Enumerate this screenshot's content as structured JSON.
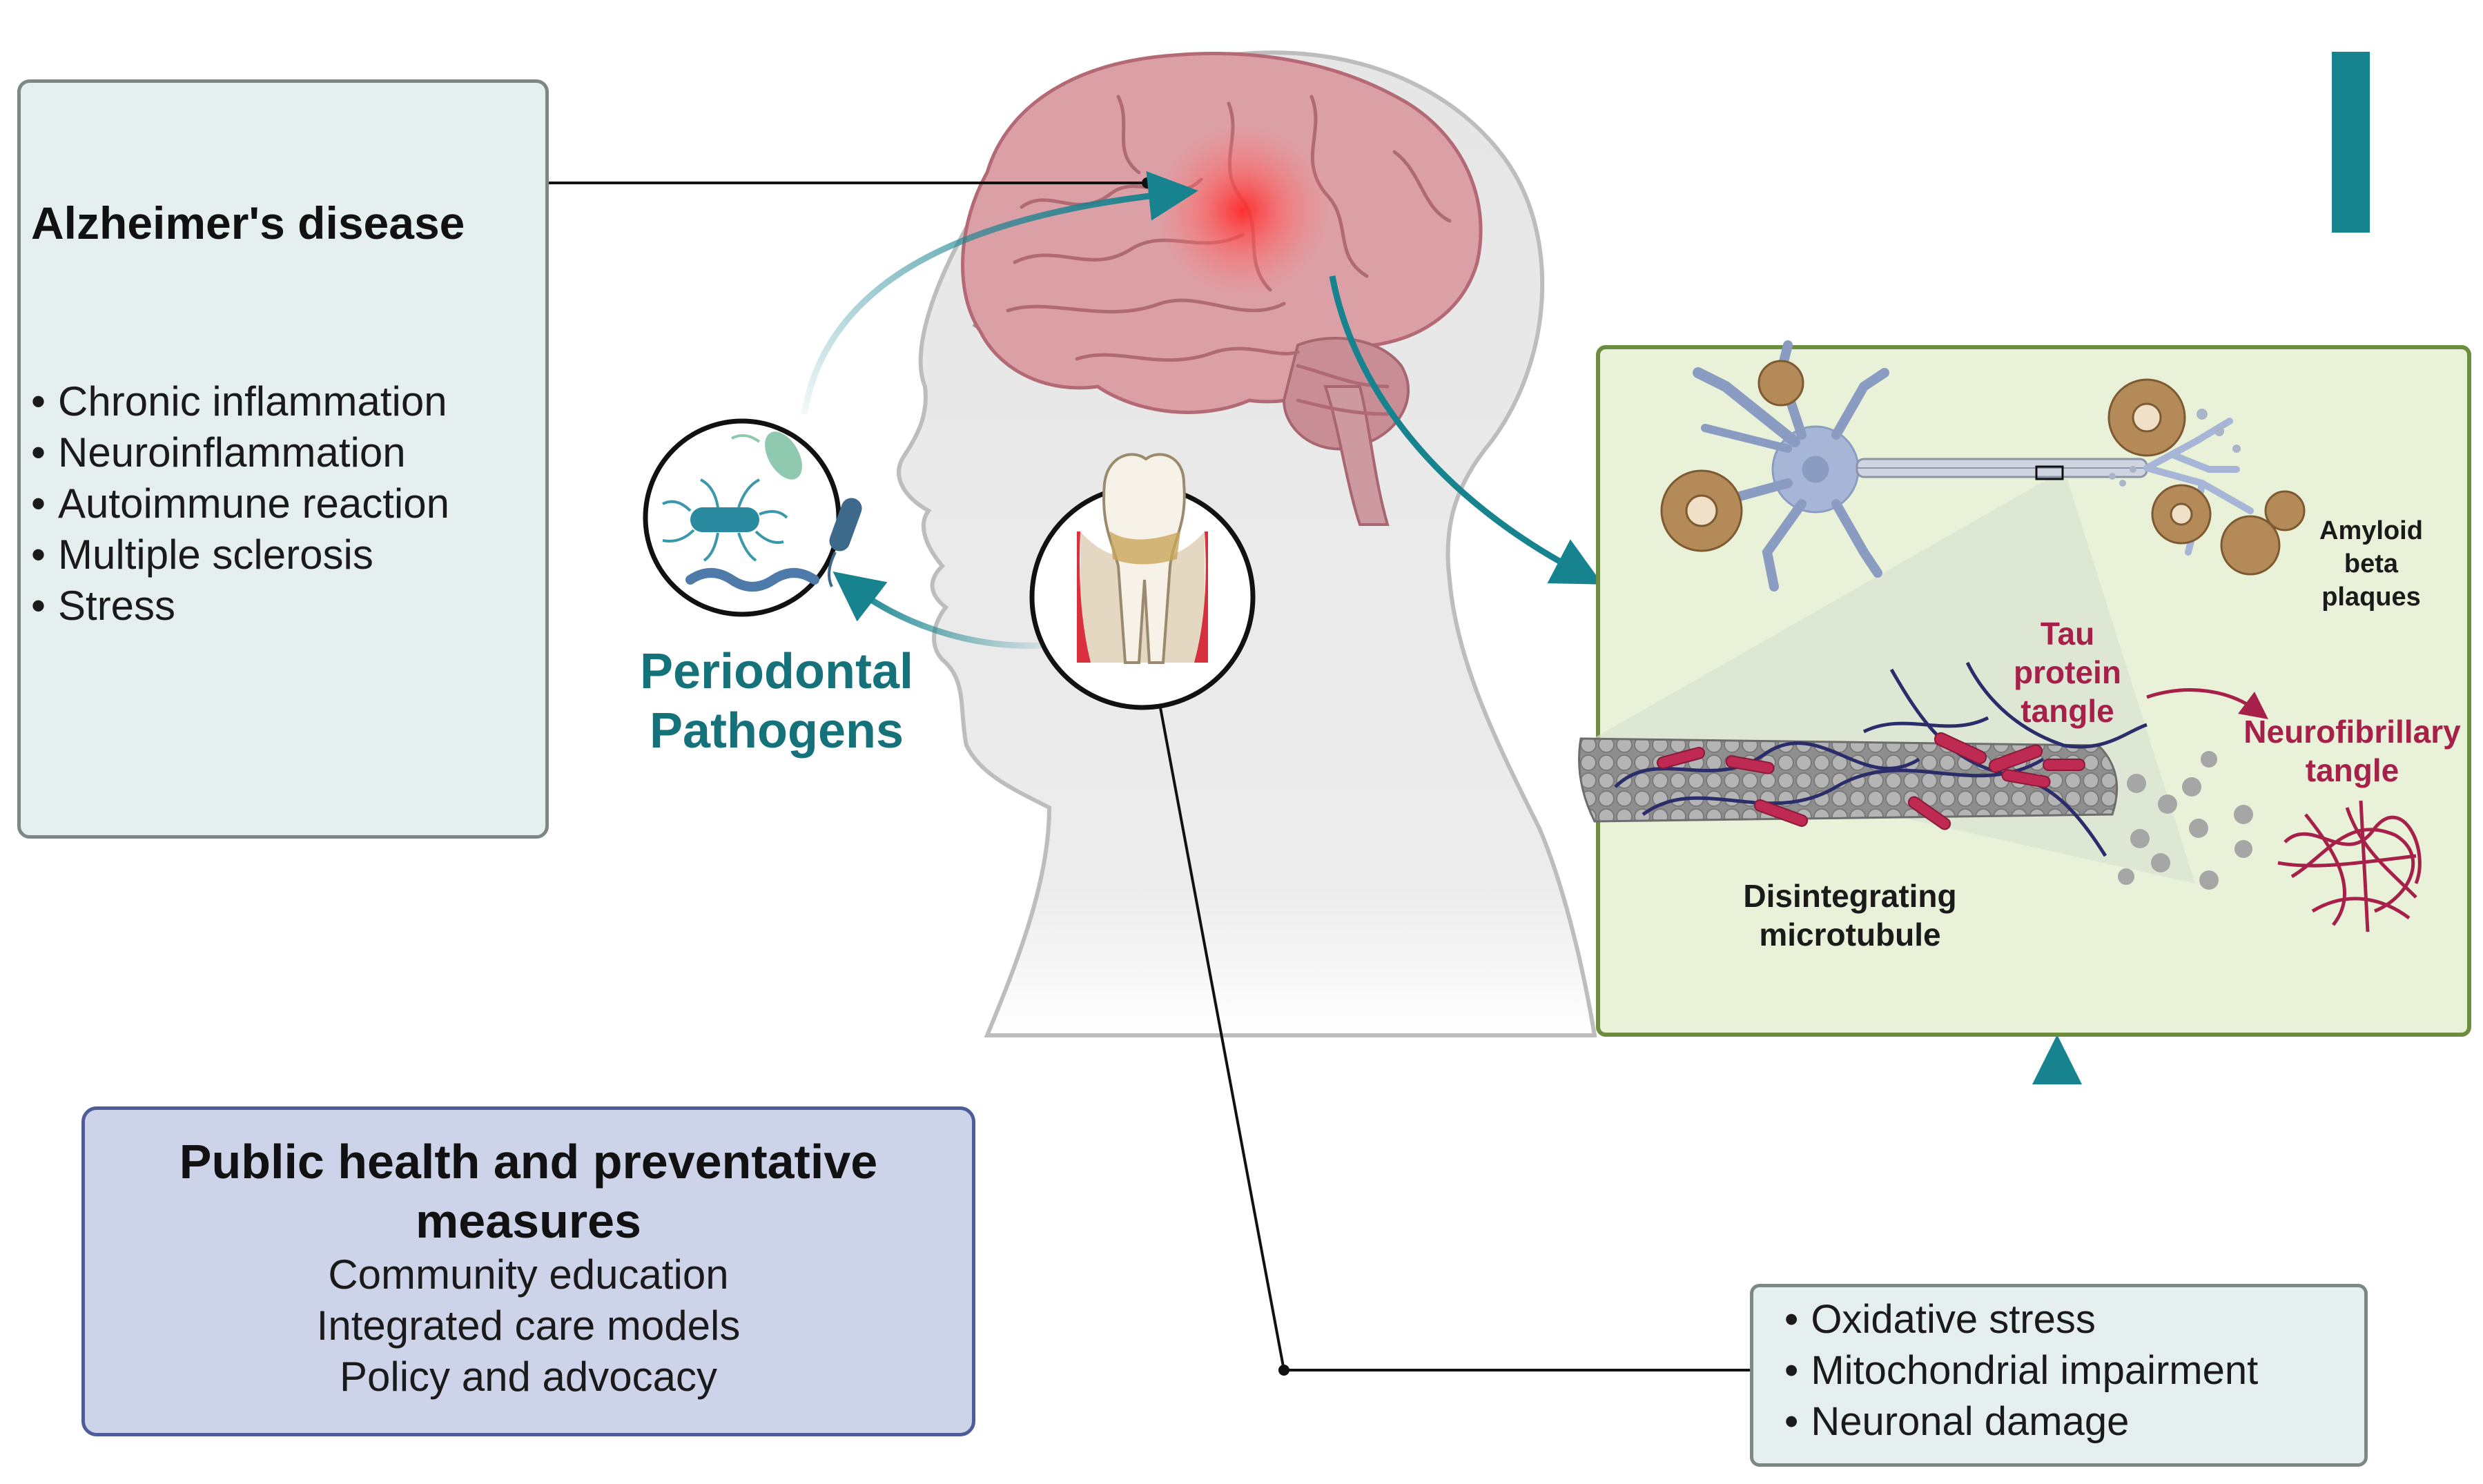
{
  "alzheimers": {
    "title": "Alzheimer's disease",
    "items": [
      "Chronic inflammation",
      "Neuroinflammation",
      "Autoimmune reaction",
      "Multiple sclerosis",
      "Stress"
    ]
  },
  "pathogens_label": [
    "Periodontal",
    "Pathogens"
  ],
  "public_health": {
    "title": [
      "Public health and preventative",
      "measures"
    ],
    "items": [
      "Community education",
      "Integrated care models",
      "Policy and advocacy"
    ]
  },
  "panel": {
    "amyloid_label": [
      "Amyloid",
      "beta",
      "plaques"
    ],
    "tau_label": [
      "Tau",
      "protein",
      "tangle"
    ],
    "nft_label": [
      "Neurofibrillary",
      "tangle"
    ],
    "microtubule_label": [
      "Disintegrating",
      "microtubule"
    ]
  },
  "stress": {
    "items": [
      "Oxidative stress",
      "Mitochondrial impairment",
      "Neuronal damage"
    ]
  },
  "colors": {
    "teal": "#17838f",
    "tau": "#a6204a",
    "panel_fill": "#e9f2d9",
    "panel_border": "#6b8d3d"
  }
}
